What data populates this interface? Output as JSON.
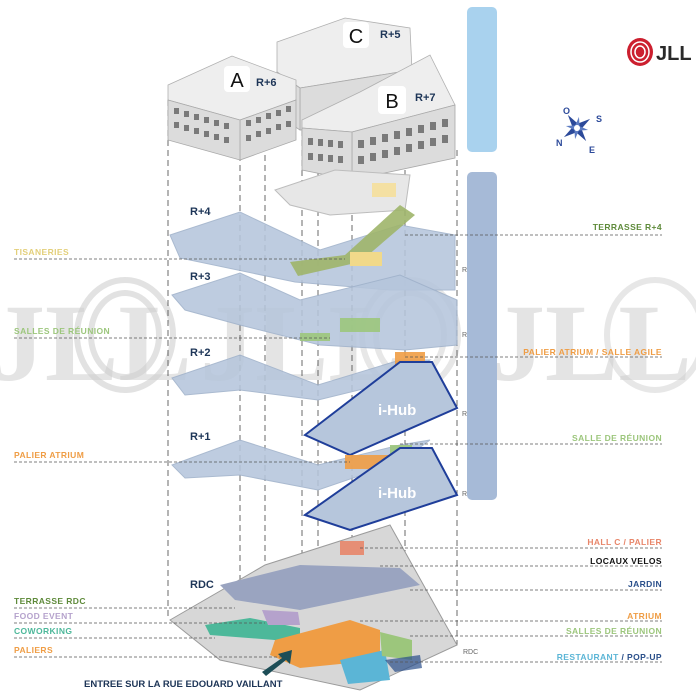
{
  "logo": {
    "text": "JLL",
    "brand_color": "#cc1f2f"
  },
  "compass": {
    "icon": "compass-rose-icon",
    "letters": [
      "O",
      "S",
      "N",
      "E"
    ]
  },
  "buildings": [
    {
      "letter": "A",
      "floors": "R+6"
    },
    {
      "letter": "C",
      "floors": "R+5"
    },
    {
      "letter": "B",
      "floors": "R+7"
    }
  ],
  "levels": [
    "R+4",
    "R+3",
    "R+2",
    "R+1",
    "RDC"
  ],
  "ihub": [
    "i-Hub",
    "i-Hub"
  ],
  "labels_left": [
    {
      "text": "TISANERIES",
      "color": "#e3cf7a"
    },
    {
      "text": "SALLES DE RÉUNION",
      "color": "#9cc67c"
    },
    {
      "text": "PALIER ATRIUM",
      "color": "#ef9d45"
    },
    {
      "text": "TERRASSE RDC",
      "color": "#5e8a3a"
    },
    {
      "text": "FOOD EVENT",
      "color": "#b5a2cc"
    },
    {
      "text": "COWORKING",
      "color": "#4db89a"
    },
    {
      "text": "PALIERS",
      "color": "#ef9d45"
    }
  ],
  "labels_right": [
    {
      "text": "TERRASSE R+4",
      "color": "#5e8a3a"
    },
    {
      "text": "PALIER ATRIUM / SALLE AGILE",
      "color": "#ef9d45"
    },
    {
      "text": "SALLE DE RÉUNION",
      "color": "#9cc67c"
    },
    {
      "text": "HALL C / PALIER",
      "color": "#e8866a"
    },
    {
      "text": "LOCAUX VELOS",
      "color": "#111111"
    },
    {
      "text": "JARDIN",
      "color": "#2a4f8a"
    },
    {
      "text": "ATRIUM",
      "color": "#ef9d45"
    },
    {
      "text": "SALLES DE RÉUNION",
      "color": "#9cc67c"
    }
  ],
  "restaurant_label": {
    "part1": "RESTAURANT",
    "sep": " / ",
    "part2": "POP-UP",
    "color1": "#5bb5d6",
    "color2": "#2a4f8a"
  },
  "entrance_label": "ENTREE SUR LA RUE EDOUARD VAILLANT",
  "side_marks": [
    "R",
    "R",
    "R",
    "R",
    "RDC"
  ],
  "watermark": "JLL"
}
